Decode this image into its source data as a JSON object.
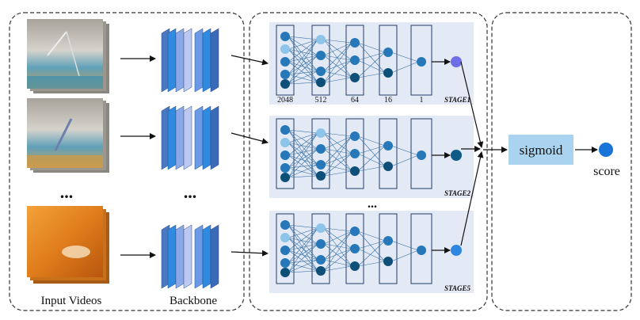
{
  "labels": {
    "input_videos": "Input Videos",
    "backbone": "Backbone",
    "ellipsis": "...",
    "sigmoid": "sigmoid",
    "score": "score"
  },
  "layer_sizes": [
    "2048",
    "512",
    "64",
    "16",
    "1"
  ],
  "stages": [
    {
      "label": "STAGE1",
      "node_color": "#6e6ee6"
    },
    {
      "label": "STAGE2",
      "node_color": "#0f5a86"
    },
    {
      "label": "STAGE5",
      "node_color": "#2f86e0"
    }
  ],
  "colors": {
    "panel_border": "#333333",
    "stage_bg": "#e4e9f6",
    "sigmoid_box": "#a9d3ee",
    "score_node": "#1874d6",
    "node_dark": "#0e4f78",
    "node_mid": "#2778b8",
    "node_light": "#8ec4ea",
    "edge": "#3470a6"
  }
}
